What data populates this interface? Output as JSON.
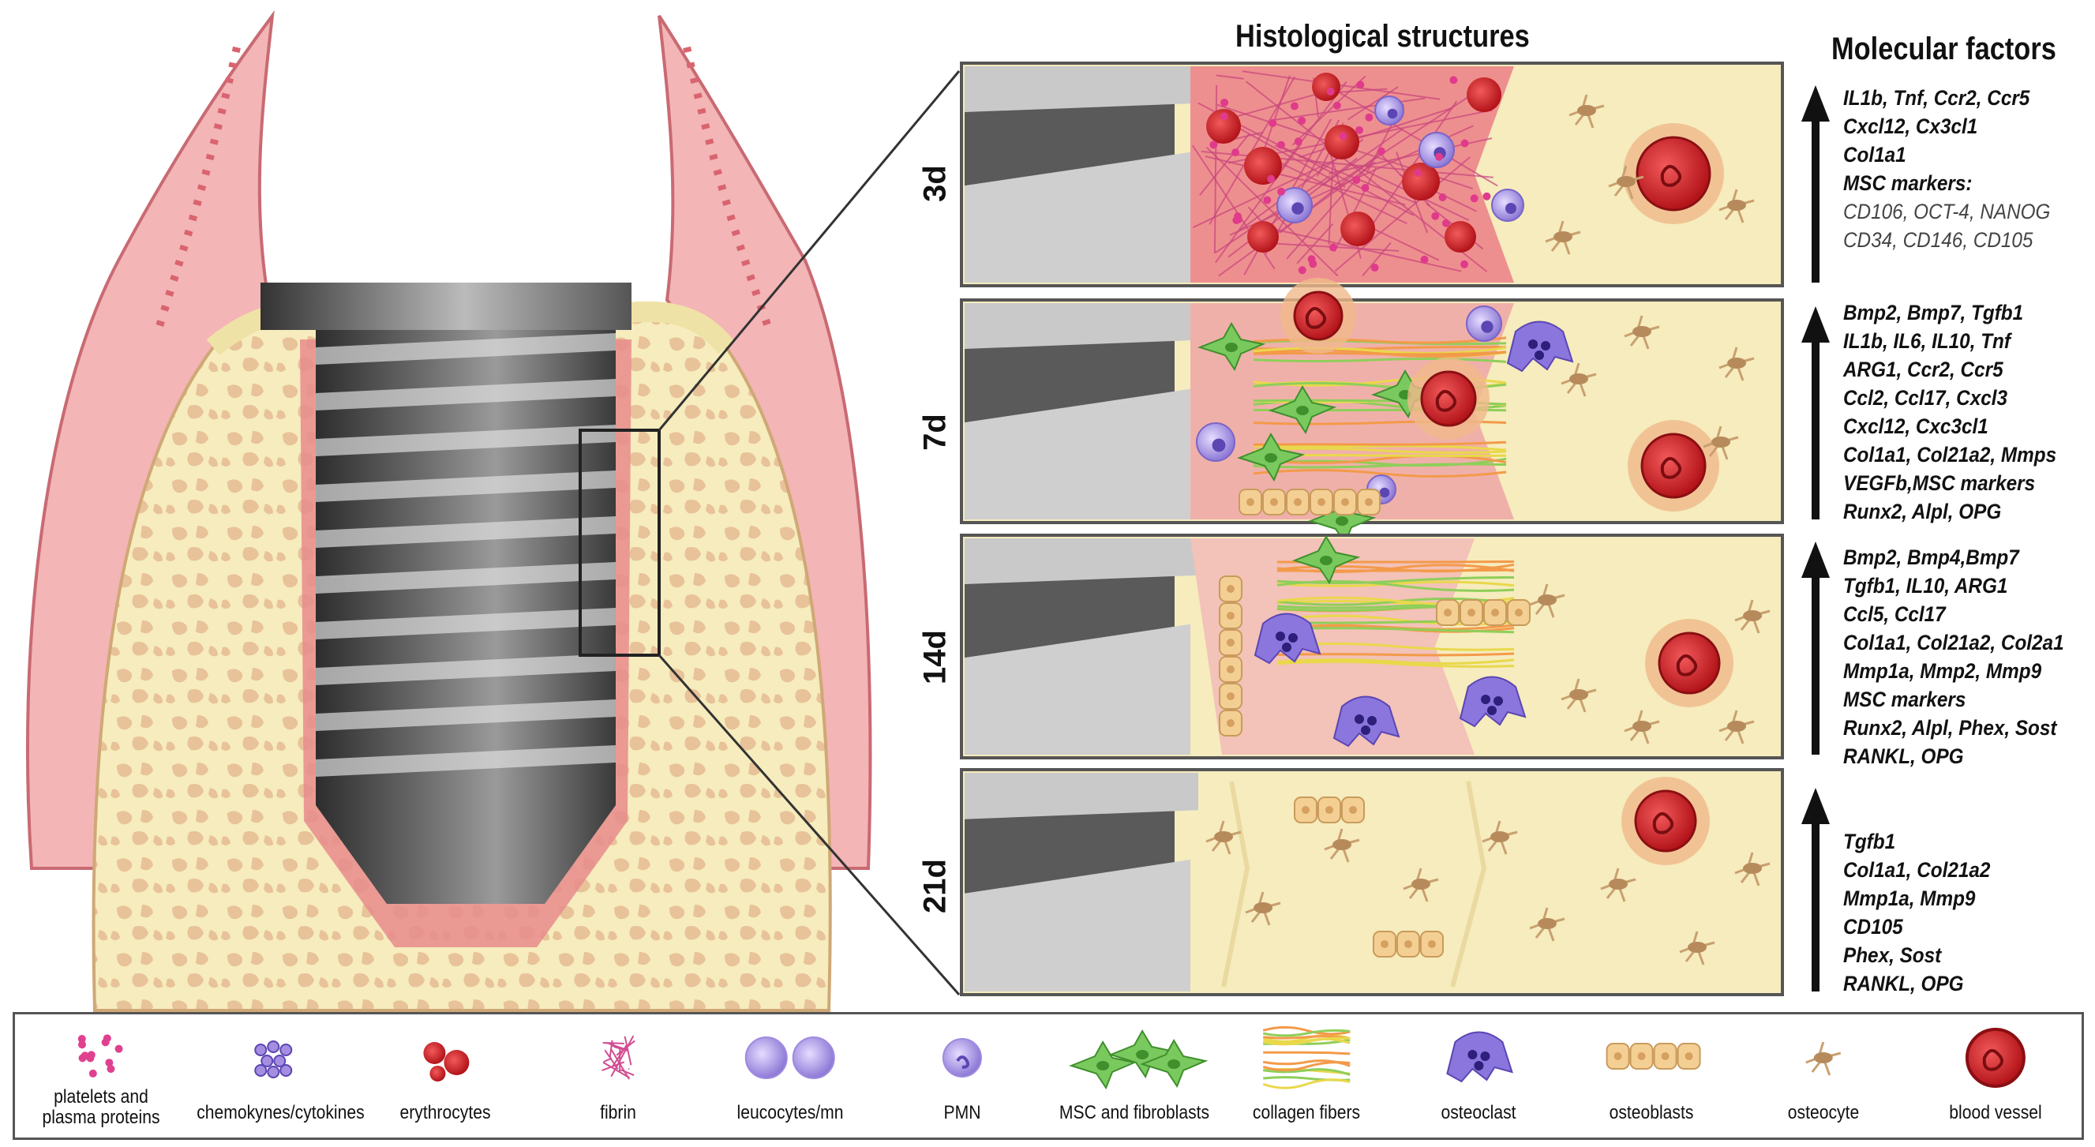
{
  "header": {
    "histological_title": "Histological structures",
    "molecular_title": "Molecular factors"
  },
  "stages": [
    {
      "label": "3d",
      "factors": [
        "IL1b, Tnf, Ccr2, Ccr5",
        "Cxcl12, Cx3cl1",
        "Col1a1",
        "MSC markers:"
      ],
      "factors_muted": [
        "CD106, OCT-4, NANOG",
        "CD34, CD146, CD105"
      ]
    },
    {
      "label": "7d",
      "factors": [
        "Bmp2, Bmp7, Tgfb1",
        "IL1b, IL6, IL10, Tnf",
        "ARG1, Ccr2, Ccr5",
        "Ccl2, Ccl17, Cxcl3",
        "Cxcl12, Cxc3cl1",
        "Col1a1, Col21a2, Mmps",
        "VEGFb,MSC markers",
        "Runx2, Alpl, OPG"
      ]
    },
    {
      "label": "14d",
      "factors": [
        "Bmp2, Bmp4,Bmp7",
        "Tgfb1, IL10, ARG1",
        "Ccl5, Ccl17",
        "Col1a1, Col21a2, Col2a1",
        "Mmp1a, Mmp2, Mmp9",
        "MSC markers",
        "Runx2, Alpl, Phex, Sost",
        "RANKL, OPG"
      ]
    },
    {
      "label": "21d",
      "factors": [
        "Tgfb1",
        "Col1a1, Col21a2",
        "Mmp1a, Mmp9",
        "CD105",
        "Phex, Sost",
        "RANKL, OPG"
      ]
    }
  ],
  "legend": [
    {
      "label": "platelets and\nplasma proteins",
      "icon": "platelets-icon"
    },
    {
      "label": "chemokynes/cytokines",
      "icon": "chemokines-icon"
    },
    {
      "label": "erythrocytes",
      "icon": "erythrocytes-icon"
    },
    {
      "label": "fibrin",
      "icon": "fibrin-icon"
    },
    {
      "label": "leucocytes/mn",
      "icon": "leucocytes-icon"
    },
    {
      "label": "PMN",
      "icon": "pmn-icon"
    },
    {
      "label": "MSC and fibroblasts",
      "icon": "msc-icon"
    },
    {
      "label": "collagen fibers",
      "icon": "collagen-icon"
    },
    {
      "label": "osteoclast",
      "icon": "osteoclast-icon"
    },
    {
      "label": "osteoblasts",
      "icon": "osteoblasts-icon"
    },
    {
      "label": "osteocyte",
      "icon": "osteocyte-icon"
    },
    {
      "label": "blood vessel",
      "icon": "blood-vessel-icon"
    }
  ],
  "colors": {
    "bone": "#f6ecbd",
    "bone_pore": "#e9c7a0",
    "gingiva": "#f0a9ad",
    "gingiva_dark": "#d9646f",
    "wound": "#f2a7a3",
    "implant_dark": "#4c4c4c",
    "implant_light": "#cfcfcf",
    "erythrocyte": "#d9262b",
    "leucocyte": "#a58de0",
    "msc": "#6fc25a",
    "osteoclast": "#7f6ad6",
    "osteoblast": "#f0c48a"
  }
}
